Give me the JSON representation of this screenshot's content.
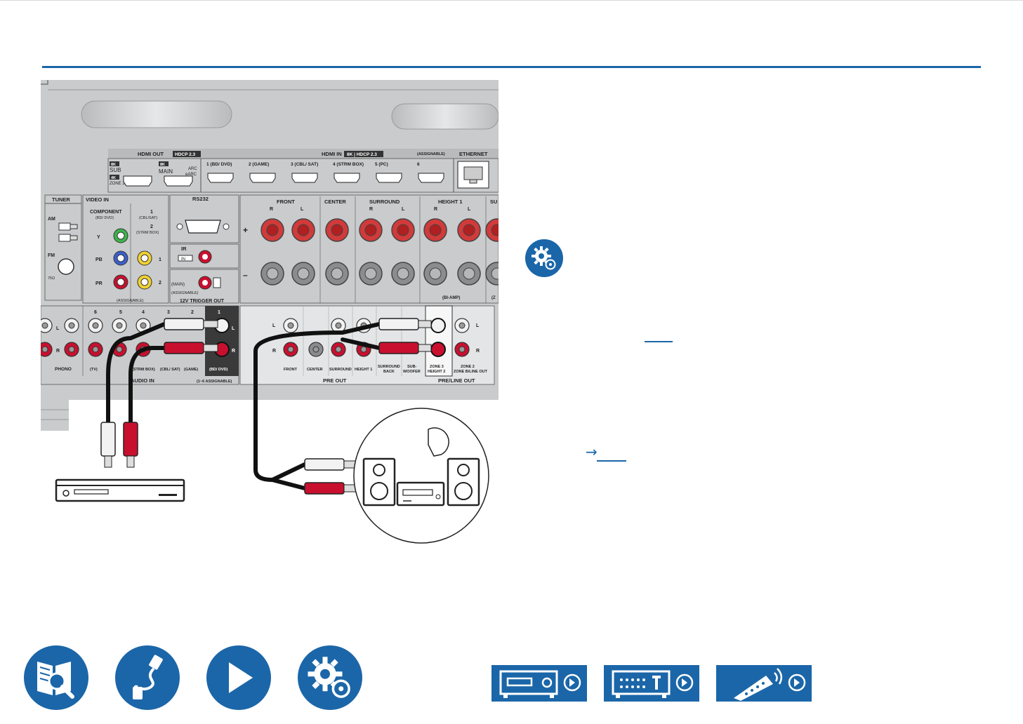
{
  "colors": {
    "accent": "#1b66a8",
    "panel": "#c9cbcd",
    "panel_dark": "#3a3a3a",
    "rca_red": "#c8102e",
    "rca_white": "#f2f2f2"
  },
  "panel": {
    "hdmi_out": "HDMI OUT",
    "hdmi_out_hdcp": "HDCP 2.3",
    "hdmi_in": "HDMI IN",
    "hdmi_in_tag": "8K | HDCP 2.3",
    "assignable_top": "(ASSIGNABLE)",
    "ethernet": "ETHERNET",
    "badge_8k_sub": "8K",
    "sub": "SUB",
    "badge_4k": "4K",
    "zone2": "ZONE 2",
    "badge_8k_main": "8K",
    "main": "MAIN",
    "arc": "ARC",
    "earc": "eARC",
    "hdmi_inputs": [
      "1 (BD/ DVD)",
      "2 (GAME)",
      "3 (CBL/ SAT)",
      "4 (STRM BOX)",
      "5 (PC)",
      "6"
    ],
    "tuner": "TUNER",
    "am": "AM",
    "fm": "FM",
    "ohm": "75Ω",
    "video_in": "VIDEO IN",
    "component": "COMPONENT",
    "component_src": "(BD/ DVD)",
    "video_1": "1",
    "video_1_src": "(CBL/SAT)",
    "video_2": "2",
    "video_2_src": "(STRM BOX)",
    "y": "Y",
    "pb": "PB",
    "pr": "PR",
    "composite_1": "1",
    "composite_2": "2",
    "assignable_video": "(ASSIGNABLE)",
    "rs232": "RS232",
    "ir": "IR",
    "ir_in": "IN",
    "trigger_main": "(MAIN)",
    "trigger_assignable": "(ASSIGNABLE)",
    "trigger_out": "12V TRIGGER OUT",
    "plus": "+",
    "minus": "–",
    "speaker_groups": [
      "FRONT",
      "CENTER",
      "SURROUND",
      "HEIGHT 1",
      "SU"
    ],
    "r": "R",
    "l": "L",
    "bi_amp": "(BI-AMP)",
    "z": "(Z",
    "audio_numbers": [
      "6",
      "5",
      "4",
      "3",
      "2",
      "1"
    ],
    "phono": "PHONO",
    "audio_srcs": [
      "(TV)",
      "(STRM BOX)",
      "(CBL/ SAT)",
      "(GAME)",
      "(BD/ DVD)"
    ],
    "audio_in": "AUDIO IN",
    "assignable_audio": "(1~6 ASSIGNABLE)",
    "pre_labels": [
      "FRONT",
      "CENTER",
      "SURROUND",
      "HEIGHT 1"
    ],
    "surround_back_1": "SURROUND",
    "surround_back_2": "BACK",
    "sub_woofer_1": "SUB-",
    "sub_woofer_2": "WOOFER",
    "zone3": "ZONE 3",
    "height2": "HEIGHT 2",
    "zone2_pre": "ZONE 2",
    "zone2_bi": "ZONE B/LINE OUT",
    "pre_out": "PRE OUT",
    "pre_line_out": "PRE/LINE OUT"
  },
  "icons": {
    "settings": "settings-gear-icon",
    "nav": [
      "contents-book-icon",
      "connections-cable-icon",
      "playback-icon",
      "setup-gear-icon"
    ],
    "panels": [
      "front-panel-icon",
      "rear-panel-icon",
      "remote-control-icon"
    ]
  }
}
